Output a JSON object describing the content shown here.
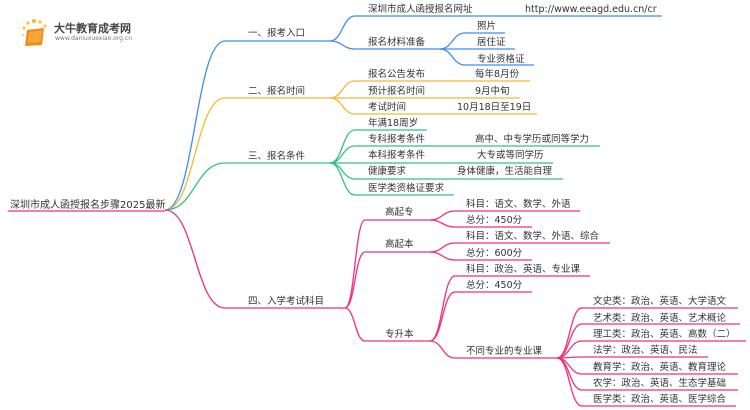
{
  "logo": {
    "name": "大牛教育成考网",
    "url": "www.daniuxuexiao.org.cn"
  },
  "colors": {
    "b1": "#3d8ef0",
    "b2": "#f5b731",
    "b3": "#33c281",
    "b4": "#f0307c",
    "text": "#333333"
  },
  "root": "深圳市成人函授报名步骤2025最新",
  "b1": {
    "label": "一、报考入口",
    "site_label": "深圳市成人函授报名网址",
    "site_value": "http://www.eeagd.edu.cn/cr",
    "materials_label": "报名材料准备",
    "materials": [
      "照片",
      "居住证",
      "专业资格证"
    ]
  },
  "b2": {
    "label": "二、报名时间",
    "items": [
      {
        "k": "报名公告发布",
        "v": "每年8月份"
      },
      {
        "k": "预计报名时间",
        "v": "9月中旬"
      },
      {
        "k": "考试时间",
        "v": "10月18日至19日"
      }
    ]
  },
  "b3": {
    "label": "三、报名条件",
    "items": [
      {
        "k": "年满18周岁",
        "v": ""
      },
      {
        "k": "专科报考条件",
        "v": "高中、中专学历或同等学力"
      },
      {
        "k": "本科报考条件",
        "v": "大专或等同学历"
      },
      {
        "k": "健康要求",
        "v": "身体健康，生活能自理"
      },
      {
        "k": "医学类资格证要求",
        "v": ""
      }
    ]
  },
  "b4": {
    "label": "四、入学考试科目",
    "gqz": {
      "label": "高起专",
      "subjects": "科目：语文、数学、外语",
      "total": "总分：450分"
    },
    "gqb": {
      "label": "高起本",
      "subjects": "科目：语文、数学、外语、综合",
      "total": "总分：600分"
    },
    "zsb": {
      "label": "专升本",
      "subjects": "科目：政治、英语、专业课",
      "total": "总分：450分",
      "major_label": "不同专业的专业课",
      "majors": [
        "文史类：政治、英语、大学语文",
        "艺术类：政治、英语、艺术概论",
        "理工类：政治、英语、高数（二）",
        "法学：政治、英语、民法",
        "教育学：政治、英语、教育理论",
        "农学：政治、英语、生态学基础",
        "医学类：政治、英语、医学综合"
      ]
    }
  }
}
